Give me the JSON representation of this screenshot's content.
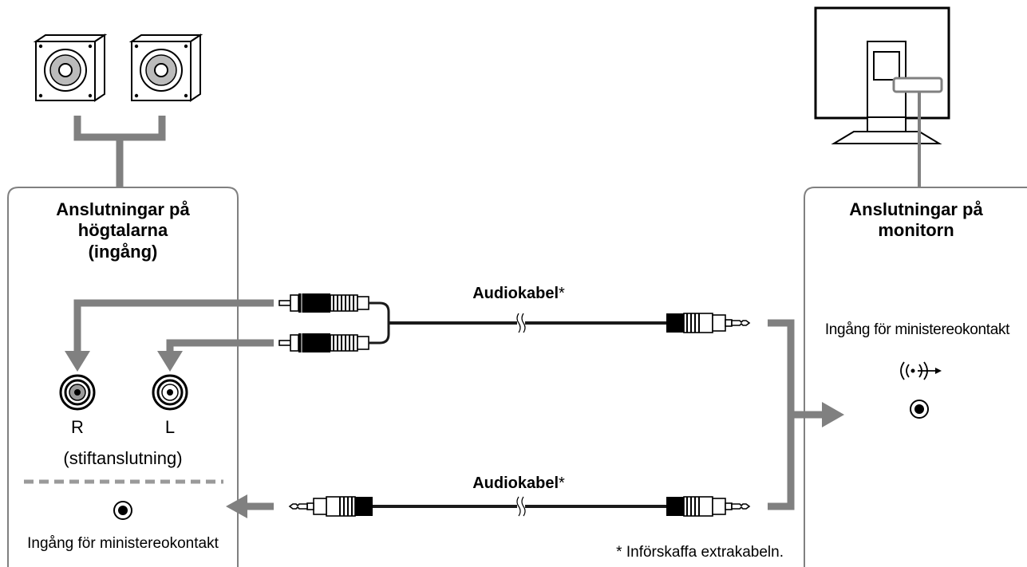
{
  "left_panel": {
    "title_lines": [
      "Anslutningar på",
      "högtalarna",
      "(ingång)"
    ],
    "pin_r": "R",
    "pin_l": "L",
    "pin_caption": "(stiftanslutning)",
    "mini_caption": "Ingång för ministereokontakt"
  },
  "right_panel": {
    "title_lines": [
      "Anslutningar på",
      "monitorn"
    ],
    "mini_caption": "Ingång för ministereokontakt"
  },
  "cables": {
    "top_label": "Audiokabel",
    "bottom_label": "Audiokabel",
    "asterisk": "*"
  },
  "footnote": "* Införskaffa extrakabeln.",
  "icons": [
    "speaker-icon",
    "speaker-icon",
    "monitor-icon",
    "audio-in-icon",
    "rca-jack-icon",
    "mini-jack-icon"
  ],
  "colors": {
    "line_gray": "#808080",
    "panel_border": "#808080",
    "cable": "#1a1a1a"
  }
}
